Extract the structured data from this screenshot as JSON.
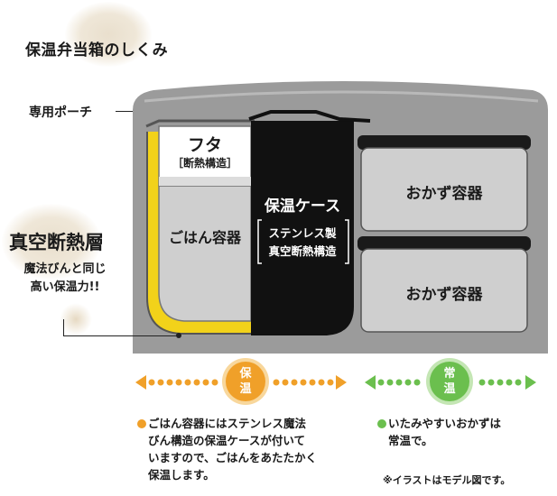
{
  "title": "保温弁当箱のしくみ",
  "pouch_label": "専用ポーチ",
  "vacuum": {
    "title": "真空断熱層",
    "sub_line1": "魔法びんと同じ",
    "sub_line2": "高い保温力!!"
  },
  "lid": {
    "label": "フタ",
    "sub": "［断熱構造］"
  },
  "rice_container": "ごはん容器",
  "warm_case": {
    "title": "保温ケース",
    "sub_line1": "ステンレス製",
    "sub_line2": "真空断熱構造"
  },
  "side_dish_top": "おかず容器",
  "side_dish_bottom": "おかず容器",
  "bubble_warm": {
    "line1": "保",
    "line2": "温"
  },
  "bubble_room": {
    "line1": "常",
    "line2": "温"
  },
  "note_warm": {
    "line1": "ごはん容器にはステンレス魔法",
    "line2": "びん構造の保温ケースが付いて",
    "line3": "いますので、ごはんをあたたかく",
    "line4": "保温します。"
  },
  "note_room": {
    "line1": "いたみやすいおかずは",
    "line2": "常温で。"
  },
  "disclaimer": "※イラストはモデル図です。",
  "colors": {
    "pouch": "#9b9b9b",
    "warm_case": "#111111",
    "vacuum_yellow": "#f2d21a",
    "orange": "#f0a029",
    "green": "#6bbf4e"
  }
}
